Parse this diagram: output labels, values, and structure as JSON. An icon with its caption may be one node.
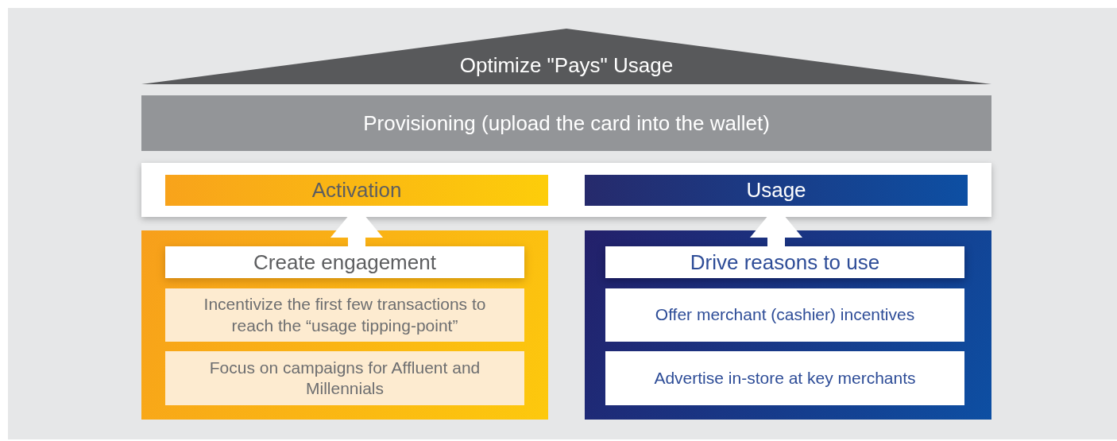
{
  "diagram": {
    "nodes": [
      {
        "text": [
          "Optimize \"Pays\" Usage"
        ]
      },
      {
        "text": [
          "Provisioning (upload the card into the wallet)"
        ]
      },
      {
        "text": [],
        "shape": "box"
      },
      {
        "text": [
          "Activation"
        ],
        "in": 2
      },
      {
        "text": [
          "Usage"
        ],
        "in": 2
      },
      {
        "text": [],
        "shape": "box"
      },
      {
        "text": [
          "Create engagement"
        ],
        "in": 5
      },
      {
        "text": [
          "Incentivize the first few transactions to reach the “usage tipping-point”"
        ],
        "in": 5
      },
      {
        "text": [
          "Focus on campaigns for Affluent and Millennials"
        ],
        "in": 5
      },
      {
        "text": [],
        "shape": "box"
      },
      {
        "text": [
          "Drive reasons to use"
        ],
        "in": 9
      },
      {
        "text": [
          "Offer merchant (cashier) incentives"
        ],
        "in": 9
      },
      {
        "text": [
          "Advertise in-store at key merchants"
        ],
        "in": 9
      }
    ],
    "edges": [
      {
        "from": 6,
        "to": 3,
        "arrow": "to"
      },
      {
        "from": 10,
        "to": 4,
        "arrow": "to"
      }
    ]
  }
}
